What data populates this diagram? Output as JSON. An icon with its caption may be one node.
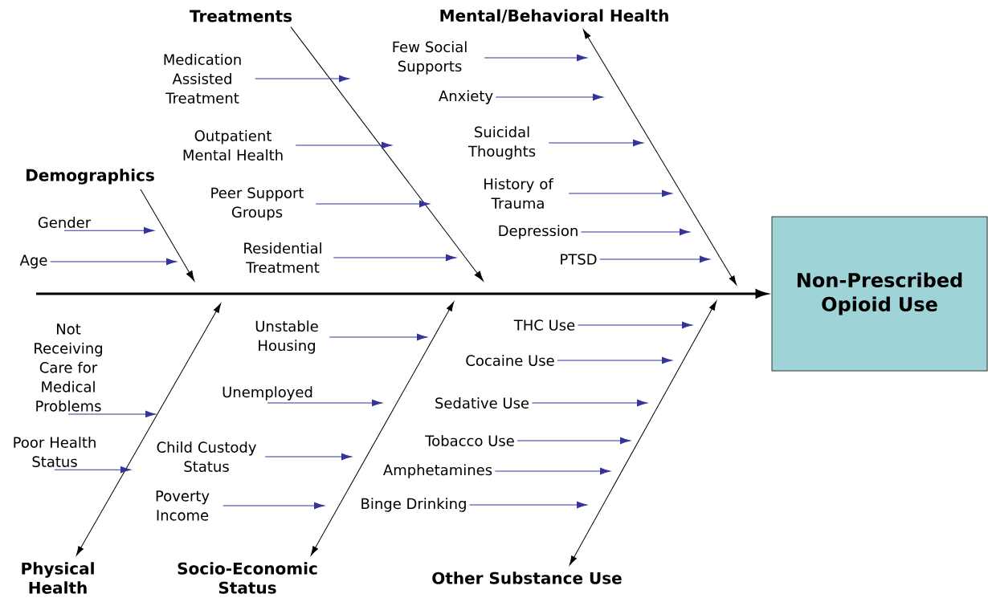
{
  "diagram": {
    "nodes": [
      {
        "text": [
          "Treatments"
        ]
      },
      {
        "text": [
          "Mental/Behavioral Health"
        ]
      },
      {
        "text": [
          "Demographics"
        ]
      },
      {
        "text": [
          "Physical Health"
        ]
      },
      {
        "text": [
          "Socio-Economic Status"
        ]
      },
      {
        "text": [
          "Other Substance Use"
        ]
      },
      {
        "text": [
          "Non-Prescribed Opioid Use"
        ]
      },
      {
        "text": [
          "Medication Assisted Treatment"
        ]
      },
      {
        "text": [
          "Outpatient Mental Health"
        ]
      },
      {
        "text": [
          "Peer Support Groups"
        ]
      },
      {
        "text": [
          "Residential Treatment"
        ]
      },
      {
        "text": [
          "Few Social Supports"
        ]
      },
      {
        "text": [
          "Anxiety"
        ]
      },
      {
        "text": [
          "Suicidal Thoughts"
        ]
      },
      {
        "text": [
          "History of Trauma"
        ]
      },
      {
        "text": [
          "Depression"
        ]
      },
      {
        "text": [
          "PTSD"
        ]
      },
      {
        "text": [
          "Gender"
        ]
      },
      {
        "text": [
          "Age"
        ]
      },
      {
        "text": [
          "Not Receiving Care for Medical Problems"
        ]
      },
      {
        "text": [
          "Poor Health Status"
        ]
      },
      {
        "text": [
          "Unstable Housing"
        ]
      },
      {
        "text": [
          "Unemployed"
        ]
      },
      {
        "text": [
          "Child Custody Status"
        ]
      },
      {
        "text": [
          "Poverty Income"
        ]
      },
      {
        "text": [
          "THC Use"
        ]
      },
      {
        "text": [
          "Cocaine Use"
        ]
      },
      {
        "text": [
          "Sedative Use"
        ]
      },
      {
        "text": [
          "Tobacco Use"
        ]
      },
      {
        "text": [
          "Amphetamines"
        ]
      },
      {
        "text": [
          "Binge Drinking"
        ]
      }
    ],
    "edges": [
      {
        "from": null,
        "to": 6,
        "arrow": "to",
        "style": "thick",
        "color": "#000000"
      },
      {
        "from": 0,
        "to": null,
        "arrow": "to",
        "color": "#000000"
      },
      {
        "from": 1,
        "to": null,
        "arrow": "both",
        "color": "#000000"
      },
      {
        "from": 2,
        "to": null,
        "arrow": "to",
        "color": "#000000"
      },
      {
        "from": 3,
        "to": null,
        "arrow": "both",
        "color": "#000000"
      },
      {
        "from": 4,
        "to": null,
        "arrow": "both",
        "color": "#000000"
      },
      {
        "from": 5,
        "to": null,
        "arrow": "both",
        "color": "#000000"
      },
      {
        "from": 7,
        "to": null,
        "arrow": "to"
      },
      {
        "from": 8,
        "to": null,
        "arrow": "to"
      },
      {
        "from": 9,
        "to": null,
        "arrow": "to"
      },
      {
        "from": 10,
        "to": null,
        "arrow": "to"
      },
      {
        "from": 11,
        "to": null,
        "arrow": "to"
      },
      {
        "from": 12,
        "to": null,
        "arrow": "to"
      },
      {
        "from": 13,
        "to": null,
        "arrow": "to"
      },
      {
        "from": 14,
        "to": null,
        "arrow": "to"
      },
      {
        "from": 15,
        "to": null,
        "arrow": "to"
      },
      {
        "from": 16,
        "to": null,
        "arrow": "to"
      },
      {
        "from": 17,
        "to": null,
        "arrow": "to"
      },
      {
        "from": 18,
        "to": null,
        "arrow": "to"
      },
      {
        "from": 19,
        "to": null,
        "arrow": "to"
      },
      {
        "from": 20,
        "to": null,
        "arrow": "to"
      },
      {
        "from": 21,
        "to": null,
        "arrow": "to"
      },
      {
        "from": 22,
        "to": null,
        "arrow": "to"
      },
      {
        "from": 23,
        "to": null,
        "arrow": "to"
      },
      {
        "from": 24,
        "to": null,
        "arrow": "to"
      },
      {
        "from": 25,
        "to": null,
        "arrow": "to"
      },
      {
        "from": 26,
        "to": null,
        "arrow": "to"
      },
      {
        "from": 27,
        "to": null,
        "arrow": "to"
      },
      {
        "from": 28,
        "to": null,
        "arrow": "to"
      },
      {
        "from": 29,
        "to": null,
        "arrow": "to"
      },
      {
        "from": 30,
        "to": null,
        "arrow": "to"
      }
    ]
  }
}
